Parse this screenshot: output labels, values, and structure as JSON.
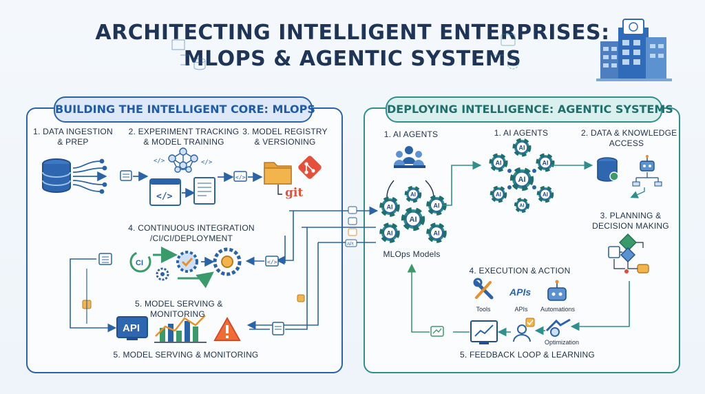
{
  "header": {
    "title_line1": "ARCHITECTING INTELLIGENT ENTERPRISES:",
    "title_line2": "MLOPS & AGENTIC SYSTEMS"
  },
  "mlops": {
    "heading": "BUILDING THE INTELLIGENT CORE: MLOPS",
    "step1": "1. DATA INGESTION\n& PREP",
    "step2": "2. EXPERIMENT TRACKING\n& MODEL TRAINING",
    "step3": "3. MODEL REGISTRY\n& VERSIONING",
    "step4": "4. CONTINUOUS INTEGRATION\n/CI/CI/DEPLOYMENT",
    "step5_top": "5. MODEL SERVING &\nMONITORING",
    "step5_bottom": "5. MODEL SERVING & MONITORING",
    "git_label": "git",
    "api_label": "API",
    "ci_label": "CI"
  },
  "agentic": {
    "heading": "DEPLOYING INTELLIGENCE: AGENTIC SYSTEMS",
    "agents_left": "1. AI AGENTS",
    "agents_right": "1. AI AGENTS",
    "data_access": "2. DATA & KNOWLEDGE\nACCESS",
    "planning": "3. PLANNING &\nDECISION MAKING",
    "execution": "4. EXECUTION & ACTION",
    "feedback": "5. FEEDBACK LOOP & LEARNING",
    "mlops_models": "MLOps Models",
    "tools": "Tools",
    "apis": "APIs",
    "apis_big": "APIs",
    "automations": "Automations",
    "optimization": "Optimization",
    "ai_badge": "AI"
  },
  "colors": {
    "blue": "#2b63a8",
    "teal": "#2e8f8c",
    "green": "#3a9a6a",
    "orange": "#e8912c",
    "red": "#e04b3c"
  }
}
